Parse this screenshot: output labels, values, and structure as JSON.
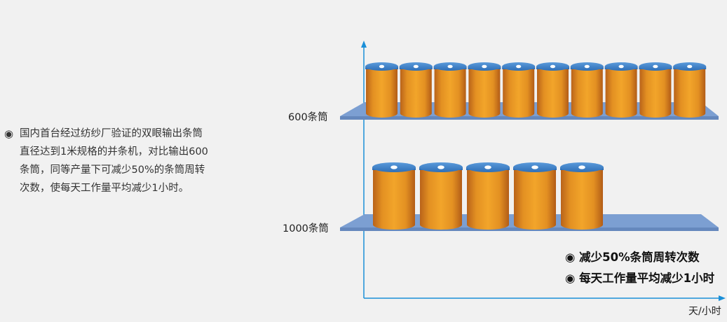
{
  "description": {
    "bullet": "◉",
    "lines": [
      "国内首台经过纺纱厂验证的双眼输出条筒",
      "直径达到1米规格的并条机，对比输出600",
      "条筒，同等产量下可减少50%的条筒周转",
      "次数，使每天工作量平均减少1小时。"
    ]
  },
  "rows": [
    {
      "label": "600条筒",
      "can_count": 10
    },
    {
      "label": "1000条筒",
      "can_count": 5
    }
  ],
  "conclusions": [
    "◉ 减少50%条筒周转次数",
    "◉ 每天工作量平均减少1小时"
  ],
  "axis": {
    "x_label": "天/小时"
  },
  "colors": {
    "axis": "#1a8fd8",
    "shelf": "#7c9fd2",
    "can_body_light": "#f0a126",
    "can_body_dark": "#b9631a",
    "can_lid": "#3f82c8"
  }
}
